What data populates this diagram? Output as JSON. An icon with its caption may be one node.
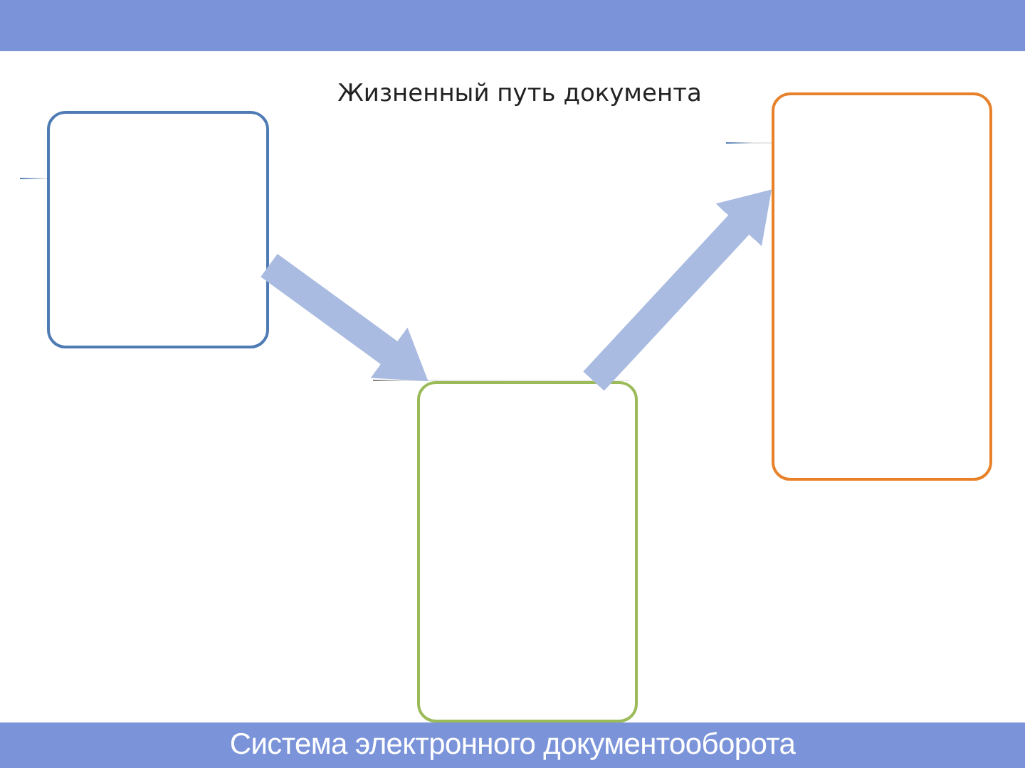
{
  "diagram": {
    "title": "Жизненный путь документа",
    "nodes": [
      {
        "text": [],
        "shape": "box"
      },
      {
        "text": [],
        "shape": "box"
      },
      {
        "text": [],
        "shape": "box"
      }
    ],
    "edges": [
      {
        "from": 0,
        "to": 1,
        "arrow": "to"
      },
      {
        "from": 1,
        "to": 2,
        "arrow": "to"
      }
    ],
    "labels": [
      "Система электронного документооборота"
    ]
  }
}
